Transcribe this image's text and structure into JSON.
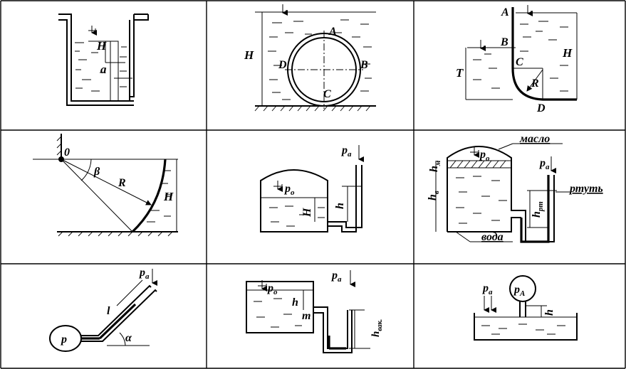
{
  "colors": {
    "ink": "#000000",
    "paper": "#ffffff"
  },
  "cells": [
    {
      "id": 1,
      "labels": {
        "H": "H",
        "a": "a"
      }
    },
    {
      "id": 2,
      "labels": {
        "H": "H",
        "A": "A",
        "B": "B",
        "C": "C",
        "D": "D"
      }
    },
    {
      "id": 3,
      "labels": {
        "A": "A",
        "B": "B",
        "C": "C",
        "D": "D",
        "H": "H",
        "T": "T",
        "R": "R"
      }
    },
    {
      "id": 4,
      "labels": {
        "zero": "0",
        "beta": "β",
        "R": "R",
        "H": "H"
      }
    },
    {
      "id": 5,
      "labels": {
        "pa_main": "p",
        "pa_sub": "a",
        "p0_main": "p",
        "p0_sub": "o",
        "H": "H",
        "h": "h"
      }
    },
    {
      "id": 6,
      "labels": {
        "maslo": "масло",
        "rtut": "ртуть",
        "voda": "вода",
        "p0_main": "p",
        "p0_sub": "o",
        "pa_main": "p",
        "pa_sub": "a",
        "hm_main": "h",
        "hm_sub": "м",
        "hv_main": "h",
        "hv_sub": "в",
        "hrt_main": "h",
        "hrt_sub": "рт"
      }
    },
    {
      "id": 7,
      "labels": {
        "pa_main": "p",
        "pa_sub": "a",
        "l": "l",
        "alpha": "α",
        "p": "p"
      }
    },
    {
      "id": 8,
      "labels": {
        "p0_main": "p",
        "p0_sub": "o",
        "pa_main": "p",
        "pa_sub": "a",
        "h": "h",
        "m": "m",
        "hvak_main": "h",
        "hvak_sub": "вак."
      }
    },
    {
      "id": 9,
      "labels": {
        "pa_main": "p",
        "pa_sub": "a",
        "pA_main": "p",
        "pA_sub": "A",
        "h": "h"
      }
    }
  ]
}
